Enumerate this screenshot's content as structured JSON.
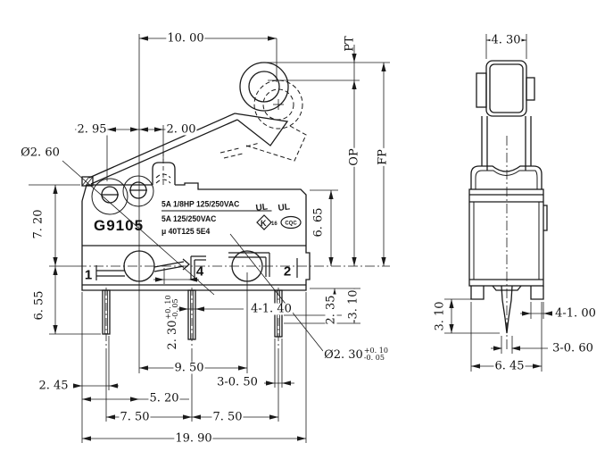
{
  "drawing": {
    "part_number": "G9105",
    "ratings": {
      "line1": "5A 1/8HP 125/250VAC",
      "line2": "5A  125/250VAC",
      "line3": "μ 40T125 5E4"
    },
    "terminals": {
      "t1": "1",
      "t4": "4",
      "t2": "2"
    },
    "certs": {
      "ul_left": "UL",
      "ul_right": "UL",
      "k_mark": "K",
      "k_number": "16",
      "cqc_mark": "CQC"
    },
    "front_dims": {
      "d10_00": "10. 00",
      "pt": "PT",
      "op": "OP",
      "fp": "FP",
      "d2_95": "2. 95",
      "d2_00": "2. 00",
      "dia2_60": "Ø2. 60",
      "d7_20": "7. 20",
      "d6_55": "6. 55",
      "d6_65": "6. 65",
      "d2_35": "2. 35",
      "d3_10": "3. 10",
      "d2_45": "2. 45",
      "d5_20": "5. 20",
      "d9_50": "9. 50",
      "d7_50a": "7. 50",
      "d7_50b": "7. 50",
      "d19_90": "19. 90",
      "d3_050": "3-0. 50",
      "d4_140": "4-1. 40",
      "d2_30": "2. 30",
      "dia2_30": "Ø2. 30",
      "tol_plus": "+0. 10",
      "tol_minus": "-0. 05"
    },
    "side_dims": {
      "d4_30": "4. 30",
      "d3_10": "3. 10",
      "d4_100": "4-1. 00",
      "d3_060": "3-0. 60",
      "d6_45": "6. 45"
    }
  }
}
